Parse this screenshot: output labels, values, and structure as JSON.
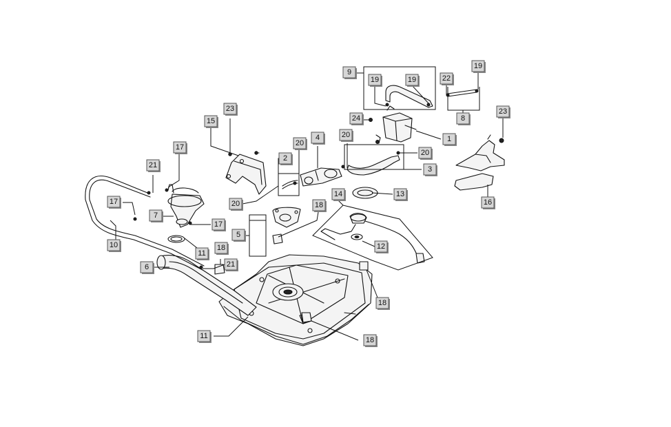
{
  "diagram": {
    "callouts": [
      {
        "id": "c1",
        "label": "1"
      },
      {
        "id": "c2",
        "label": "2"
      },
      {
        "id": "c3",
        "label": "3"
      },
      {
        "id": "c4",
        "label": "4"
      },
      {
        "id": "c5",
        "label": "5"
      },
      {
        "id": "c6",
        "label": "6"
      },
      {
        "id": "c7",
        "label": "7"
      },
      {
        "id": "c8",
        "label": "8"
      },
      {
        "id": "c9",
        "label": "9"
      },
      {
        "id": "c10",
        "label": "10"
      },
      {
        "id": "c11a",
        "label": "11"
      },
      {
        "id": "c11b",
        "label": "11"
      },
      {
        "id": "c12",
        "label": "12"
      },
      {
        "id": "c13",
        "label": "13"
      },
      {
        "id": "c14",
        "label": "14"
      },
      {
        "id": "c15",
        "label": "15"
      },
      {
        "id": "c16",
        "label": "16"
      },
      {
        "id": "c17a",
        "label": "17"
      },
      {
        "id": "c17b",
        "label": "17"
      },
      {
        "id": "c17c",
        "label": "17"
      },
      {
        "id": "c18a",
        "label": "18"
      },
      {
        "id": "c18b",
        "label": "18"
      },
      {
        "id": "c18c",
        "label": "18"
      },
      {
        "id": "c18d",
        "label": "18"
      },
      {
        "id": "c19a",
        "label": "19"
      },
      {
        "id": "c19b",
        "label": "19"
      },
      {
        "id": "c19c",
        "label": "19"
      },
      {
        "id": "c20a",
        "label": "20"
      },
      {
        "id": "c20b",
        "label": "20"
      },
      {
        "id": "c20c",
        "label": "20"
      },
      {
        "id": "c20d",
        "label": "20"
      },
      {
        "id": "c21a",
        "label": "21"
      },
      {
        "id": "c21b",
        "label": "21"
      },
      {
        "id": "c22",
        "label": "22"
      },
      {
        "id": "c23a",
        "label": "23"
      },
      {
        "id": "c23b",
        "label": "23"
      },
      {
        "id": "c24",
        "label": "24"
      }
    ]
  }
}
